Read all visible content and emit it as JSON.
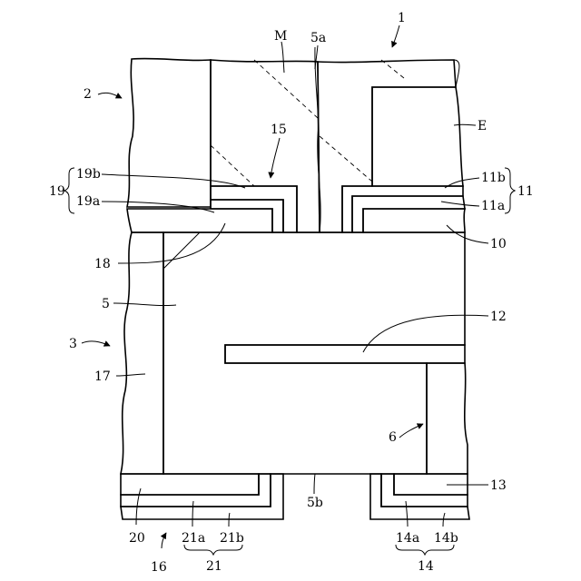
{
  "figure": {
    "labels": {
      "n1": "1",
      "n2": "2",
      "n3": "3",
      "n5": "5",
      "n5a": "5a",
      "n5b": "5b",
      "n6": "6",
      "n10": "10",
      "n11": "11",
      "n11a": "11a",
      "n11b": "11b",
      "n12": "12",
      "n13": "13",
      "n14": "14",
      "n14a": "14a",
      "n14b": "14b",
      "n15": "15",
      "n16": "16",
      "n17": "17",
      "n18": "18",
      "n19": "19",
      "n19a": "19a",
      "n19b": "19b",
      "n20": "20",
      "n21": "21",
      "n21a": "21a",
      "n21b": "21b",
      "nM": "M",
      "nE": "E"
    }
  }
}
